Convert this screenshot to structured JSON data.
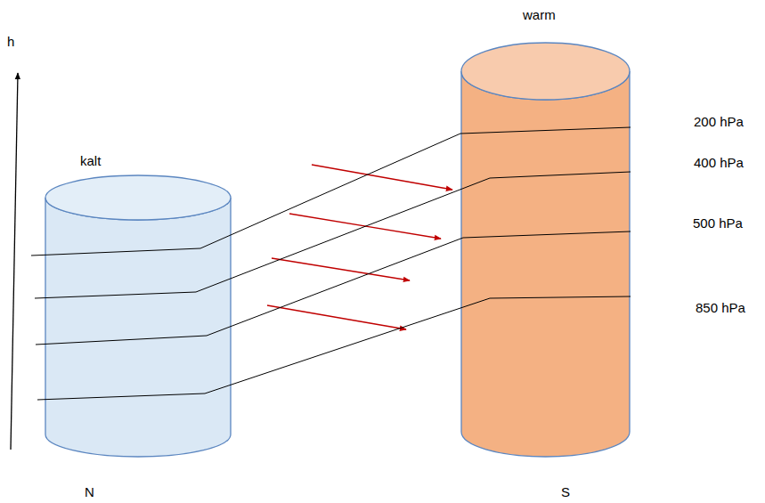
{
  "diagram": {
    "nodes": [
      {
        "text": [
          "kalt"
        ]
      },
      {
        "text": [
          "warm"
        ]
      }
    ],
    "edges": [
      {
        "from": 0,
        "to": 1,
        "arrow": "none"
      },
      {
        "from": 0,
        "to": 1,
        "arrow": "none"
      },
      {
        "from": 0,
        "to": 1,
        "arrow": "none"
      },
      {
        "from": 0,
        "to": 1,
        "arrow": "none"
      }
    ],
    "labels": [
      "h",
      "200 hPa",
      "400 hPa",
      "500 hPa",
      "850 hPa",
      "N",
      "S"
    ]
  }
}
